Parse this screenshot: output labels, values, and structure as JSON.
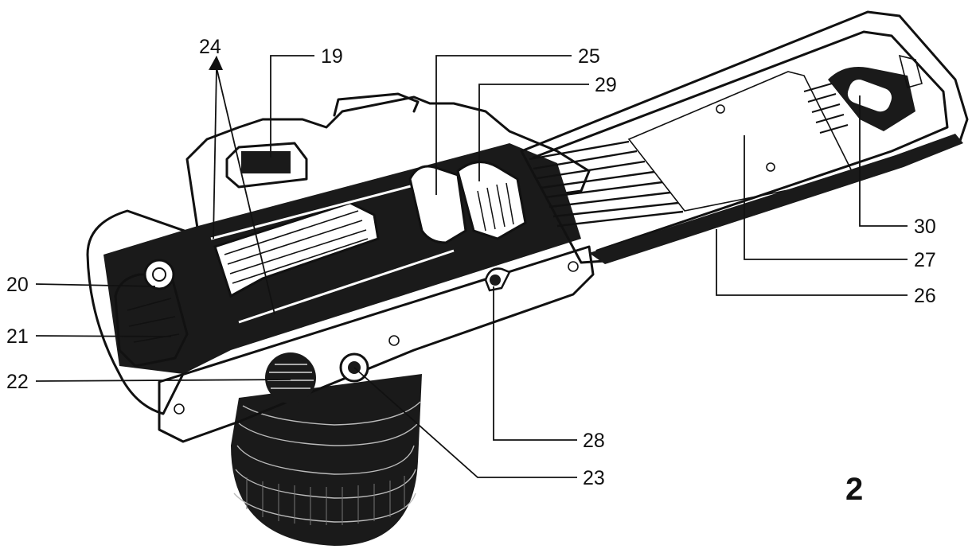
{
  "callouts": {
    "c19": "19",
    "c20": "20",
    "c21": "21",
    "c22": "22",
    "c23": "23",
    "c24": "24",
    "c25": "25",
    "c26": "26",
    "c27": "27",
    "c28": "28",
    "c29": "29",
    "c30": "30"
  },
  "figure_number": "2"
}
